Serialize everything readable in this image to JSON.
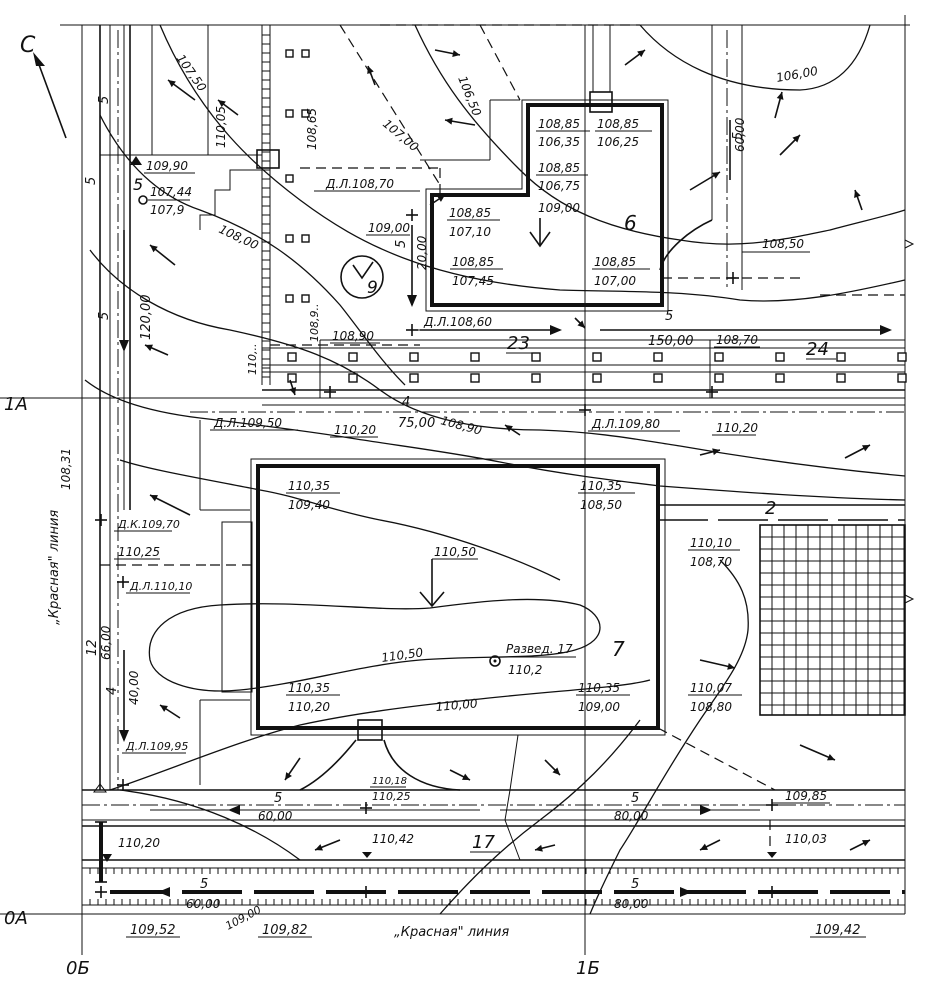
{
  "north": "С",
  "axes": {
    "a1": "1А",
    "a0": "0А",
    "b0": "0Б",
    "b1": "1Б"
  },
  "buildings": {
    "b6": "6",
    "b7": "7",
    "b9": "9",
    "b23": "23",
    "b24": "24",
    "b17": "17",
    "b2": "2"
  },
  "contours": {
    "c10650": "106,50",
    "c10700": "107,00",
    "c10750": "107,50",
    "c10800": "108,00",
    "c10900": "109,00",
    "c10850": "108,50",
    "c10600": "106,00",
    "c11050": "110,50",
    "c11000": "110,00",
    "c10890": "108,90"
  },
  "bldg6": {
    "tl_top": "108,85",
    "tl_bot": "106,35",
    "tr_top": "108,85",
    "tr_bot": "106,25",
    "mid_top": "108,85",
    "mid_bot": "106,75",
    "in_top": "108,85",
    "in_bot": "107,10",
    "bl_top": "108,85",
    "bl_bot": "107,45",
    "br_top": "108,85",
    "br_bot": "107,00",
    "center": "109,00"
  },
  "bldg7": {
    "tl_top": "110,35",
    "tl_bot": "109,40",
    "tr_top": "110,35",
    "tr_bot": "108,50",
    "bl_top": "110,35",
    "bl_bot": "110,20",
    "br_top": "110,35",
    "br_bot": "109,00",
    "mark": "110,50",
    "bore_name": "Развед. 17",
    "bore_val": "110,2"
  },
  "marks": {
    "m1": "109,90",
    "m2_top": "107,44",
    "m2_bot": "107,9",
    "m3": "110,05",
    "m4": "108,65",
    "m5": "Д.Л.108,70",
    "m6": "109,00",
    "m7": "108,50",
    "m8": "Д.Л.108,60",
    "m9": "108,70",
    "m10": "108,90",
    "m11": "Д.Л.109,50",
    "m12": "110,20",
    "m13": "Д.Л.109,80",
    "m14": "110,20",
    "m15": "108,31",
    "m16": "Д.К.109,70",
    "m17": "110,25",
    "m18": "Д.Л.110,10",
    "m19": "Д.Л.109,95",
    "m20_top": "110,10",
    "m20_bot": "108,70",
    "m21_top": "110,07",
    "m21_bot": "108,80",
    "m22_top": "110,18",
    "m22_bot": "110,25",
    "m23": "109,85",
    "m24": "110,20",
    "m25": "110,42",
    "m26": "110,03",
    "m27": "109,52",
    "m28": "109,82",
    "m29": "109,42",
    "m30": "110,2",
    "m31": "109,00",
    "m32": "110,..",
    "m33": "108,9.."
  },
  "dims": {
    "d1": "5",
    "d2": "150,00",
    "d3": "4",
    "d4": "75,00",
    "d5": "120,00",
    "d6": "5",
    "d7": "5",
    "d8": "60,00",
    "d9": "5",
    "d10": "20,00",
    "d11": "12",
    "d12": "66,00",
    "d13": "4",
    "d14": "40,00",
    "d15": "5",
    "d16": "60,00",
    "d17": "5",
    "d18": "80,00",
    "d19": "5",
    "d20": "60,00",
    "d21": "5",
    "d22": "80,00",
    "d23": "5",
    "d24": "5"
  },
  "labels": {
    "red_line_v": "„Красная\" линия",
    "red_line_h": "„Красная\" линия",
    "marker5": "5"
  }
}
